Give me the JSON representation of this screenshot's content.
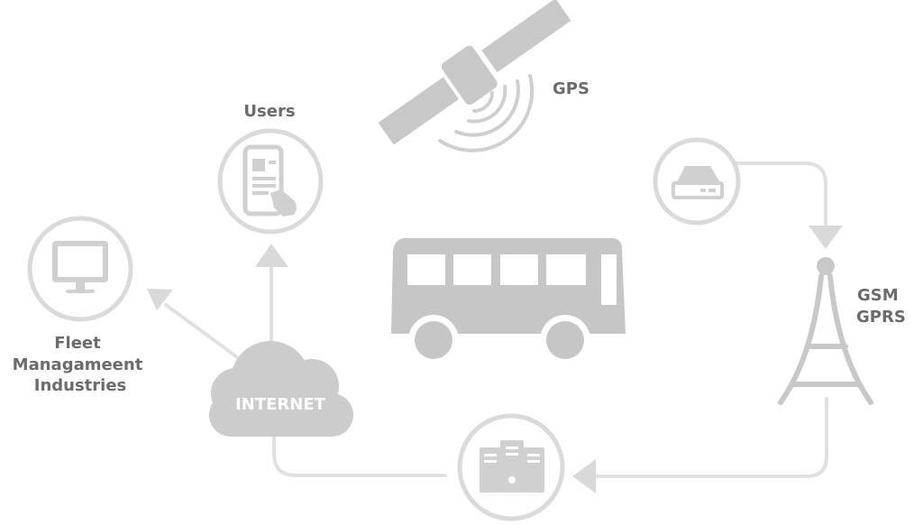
{
  "labels": {
    "users": "Users",
    "gps": "GPS",
    "gsm": "GSM",
    "gprs": "GPRS",
    "fleet_line1": "Fleet",
    "fleet_line2": "Managameent",
    "fleet_line3": "Industries",
    "internet": "INTERNET"
  },
  "colors": {
    "icon_light": "#d9d9d9",
    "icon_mid": "#c8c8c8",
    "text": "#6b6b6b"
  },
  "icons": [
    "monitor-icon",
    "smartphone-touch-icon",
    "satellite-icon",
    "bus-icon",
    "router-icon",
    "cell-tower-icon",
    "server-icon",
    "cloud-icon"
  ]
}
